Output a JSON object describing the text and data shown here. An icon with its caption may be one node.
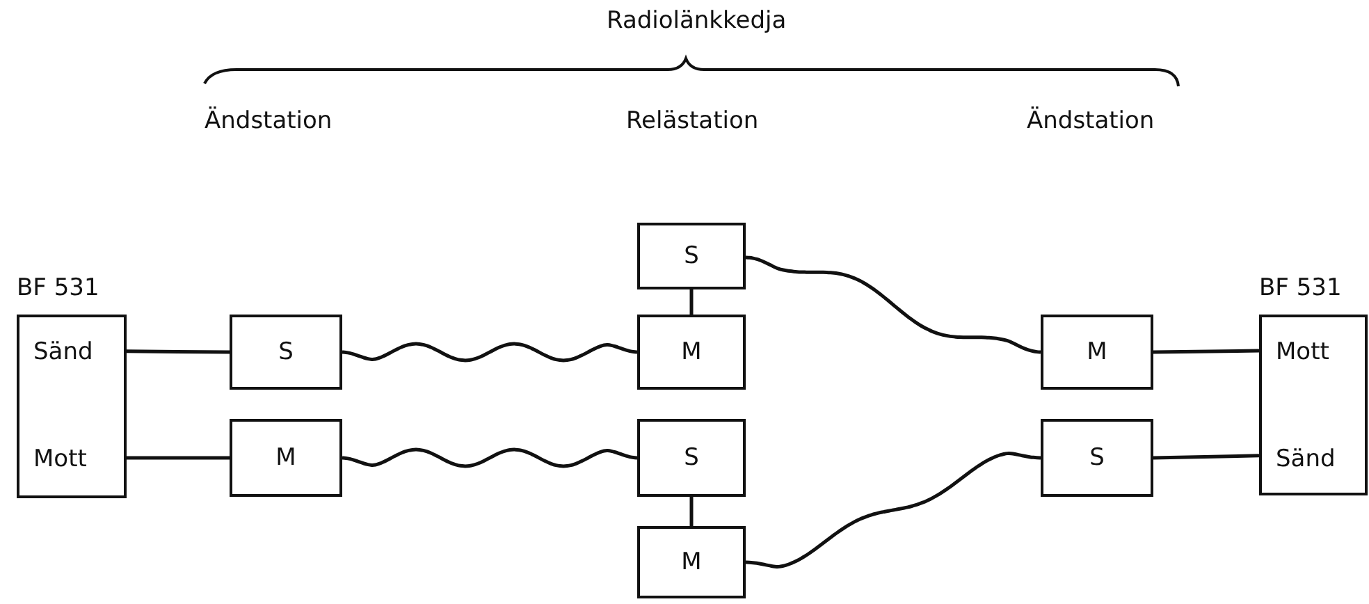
{
  "diagram": {
    "nodes": [
      {
        "text": [
          "BF 531",
          "Sänd",
          "Mott"
        ]
      },
      {
        "text": [
          "S"
        ]
      },
      {
        "text": [
          "M"
        ]
      },
      {
        "text": [
          "S"
        ]
      },
      {
        "text": [
          "M"
        ]
      },
      {
        "text": [
          "S"
        ]
      },
      {
        "text": [
          "M"
        ]
      },
      {
        "text": [
          "M"
        ]
      },
      {
        "text": [
          "S"
        ]
      },
      {
        "text": [
          "BF 531",
          "Mott",
          "Sänd"
        ]
      }
    ],
    "edges": [
      {
        "from": 0,
        "to": 1,
        "arrow": "none"
      },
      {
        "from": 0,
        "to": 2,
        "arrow": "none"
      },
      {
        "from": 1,
        "to": 4,
        "arrow": "none"
      },
      {
        "from": 2,
        "to": 5,
        "arrow": "none"
      },
      {
        "from": 3,
        "to": 4,
        "arrow": "none"
      },
      {
        "from": 3,
        "to": 7,
        "arrow": "none"
      },
      {
        "from": 5,
        "to": 6,
        "arrow": "none"
      },
      {
        "from": 6,
        "to": 8,
        "arrow": "none"
      },
      {
        "from": 7,
        "to": 9,
        "arrow": "none"
      },
      {
        "from": 8,
        "to": 9,
        "arrow": "none"
      }
    ],
    "labels": [
      "Radiolänkkedja",
      "Ändstation",
      "Relästation",
      "Ändstation"
    ]
  }
}
